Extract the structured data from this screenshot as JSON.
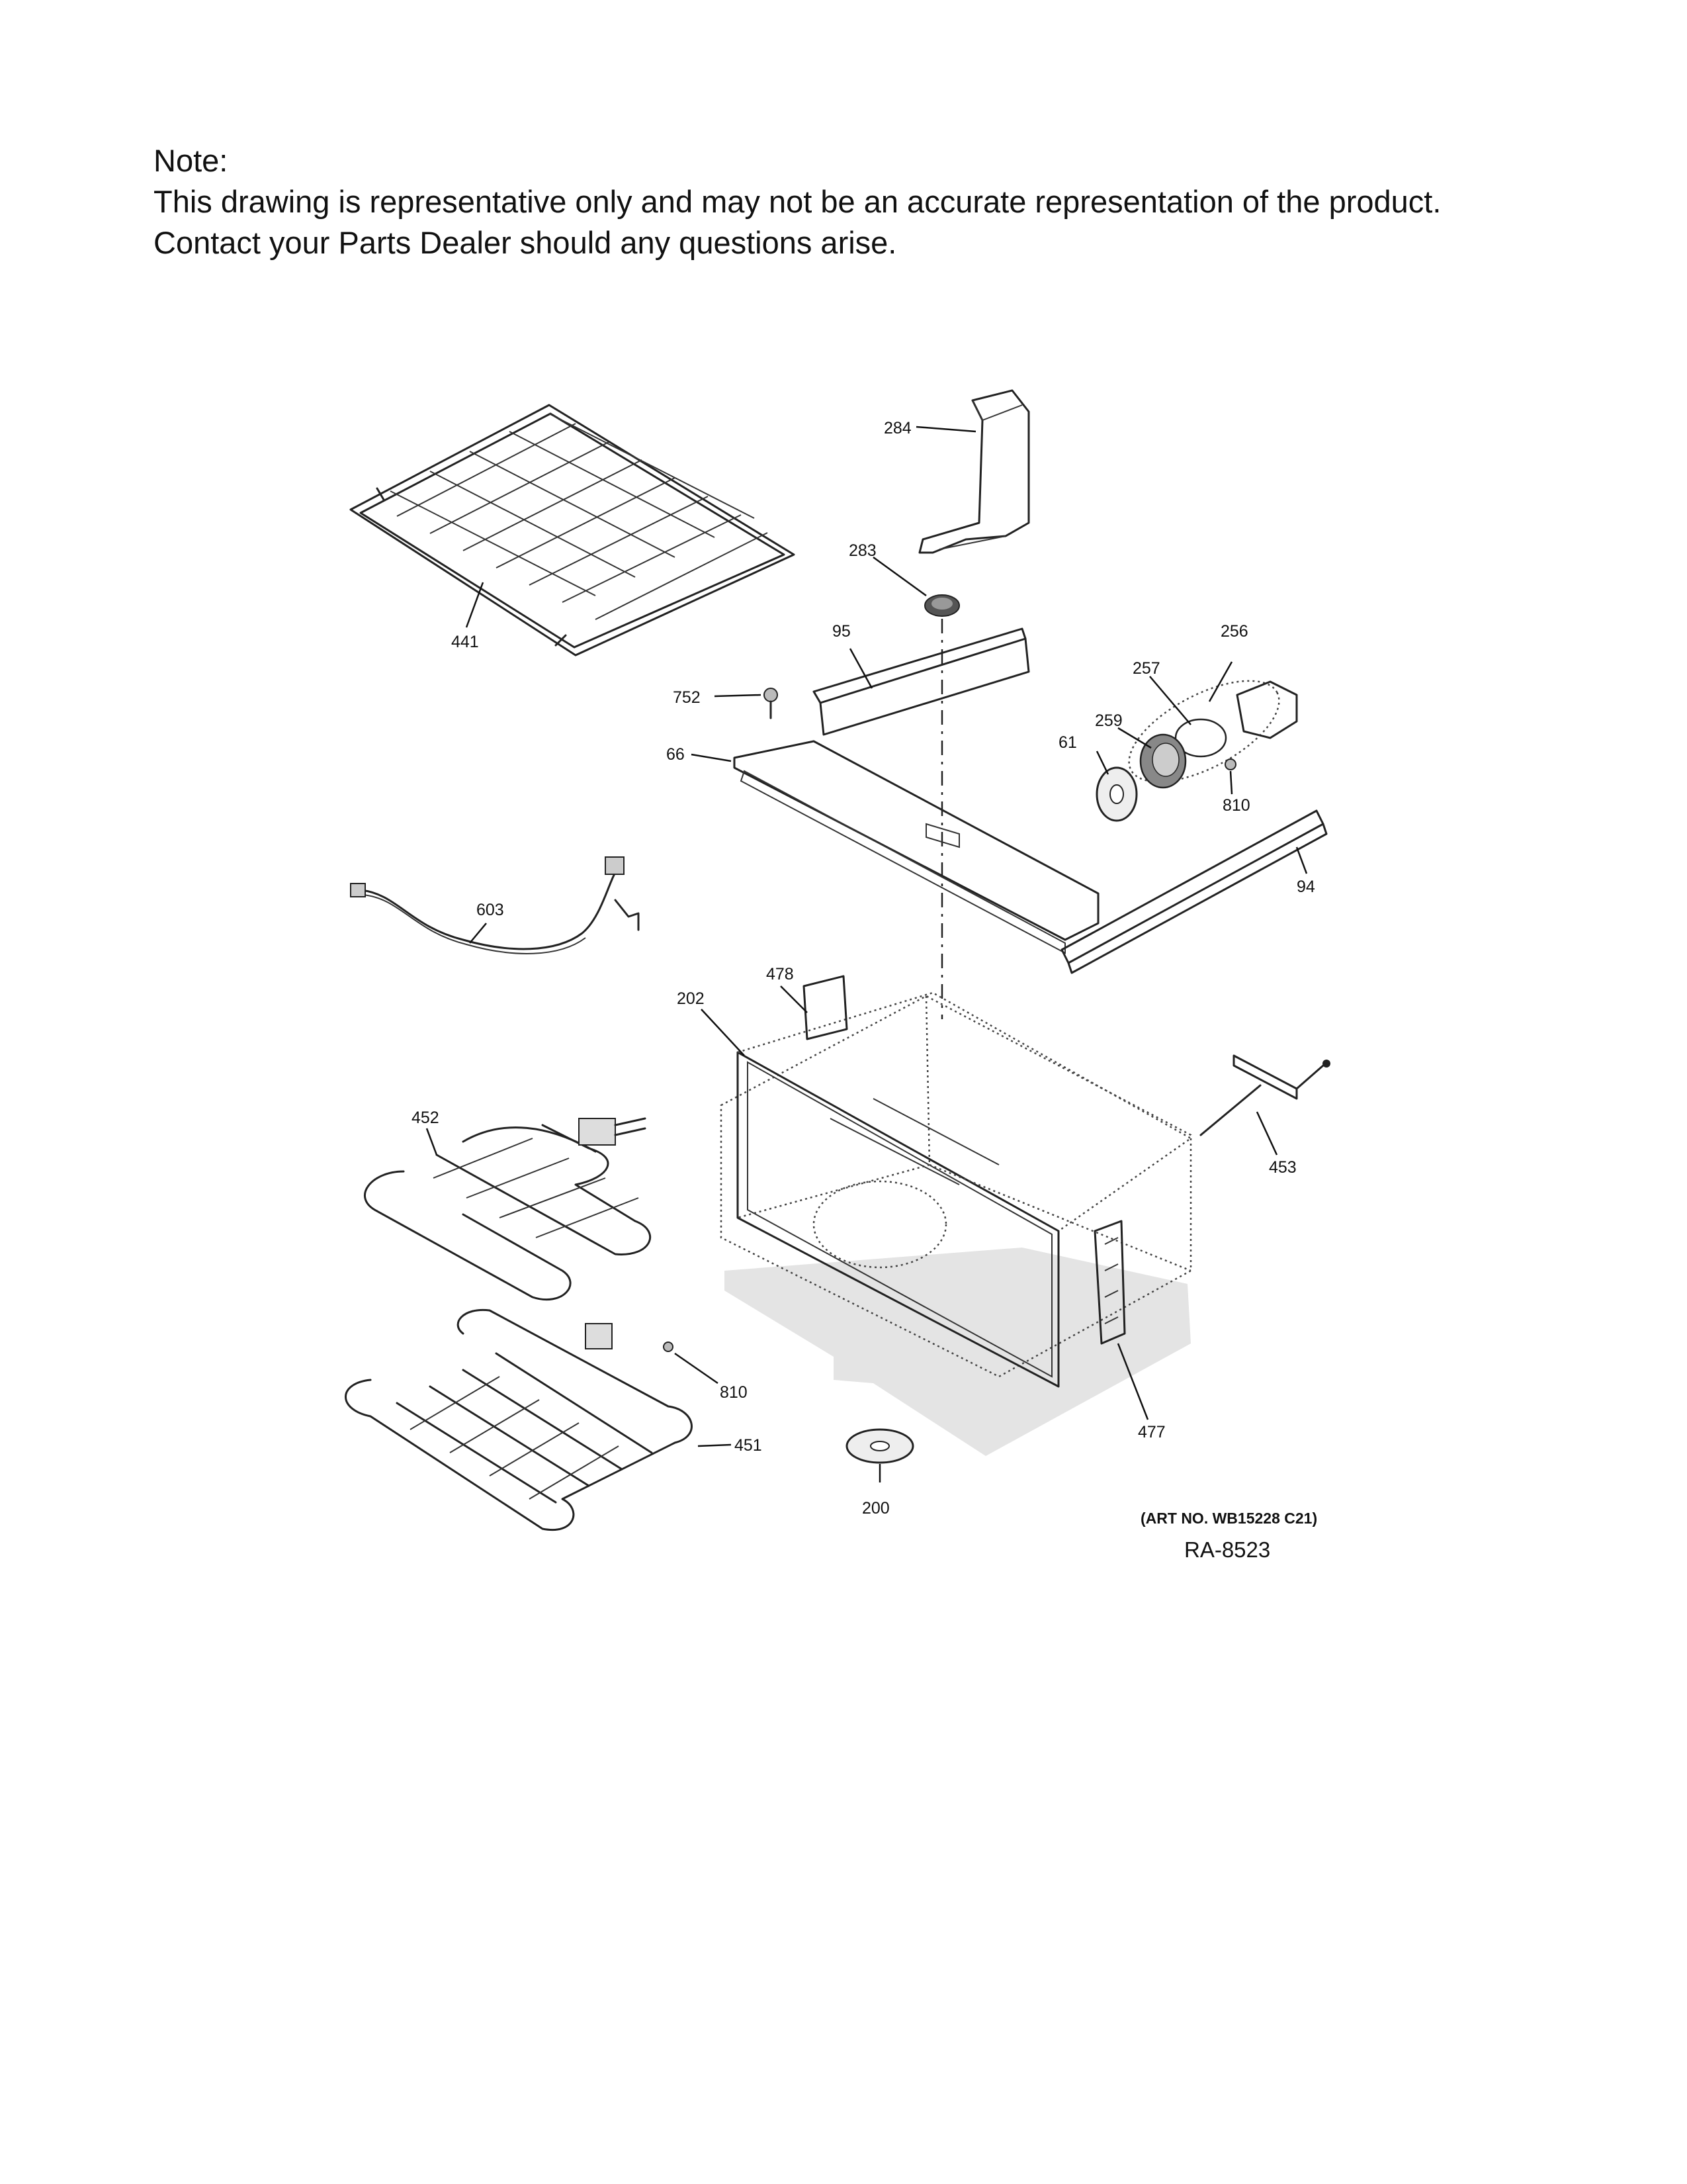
{
  "note": {
    "heading": "Note:",
    "line1": "This drawing is representative only and may not be an accurate representation of the product.",
    "line2": "Contact your Parts Dealer should any questions arise."
  },
  "callouts": {
    "c284": "284",
    "c283": "283",
    "c95": "95",
    "c256": "256",
    "c257": "257",
    "c259": "259",
    "c61": "61",
    "c810a": "810",
    "c94": "94",
    "c441": "441",
    "c752": "752",
    "c66": "66",
    "c603": "603",
    "c478": "478",
    "c202": "202",
    "c452": "452",
    "c453": "453",
    "c810b": "810",
    "c451": "451",
    "c477": "477",
    "c200": "200"
  },
  "art_number": "(ART NO. WB15228 C21)",
  "ref_code": "RA-8523"
}
